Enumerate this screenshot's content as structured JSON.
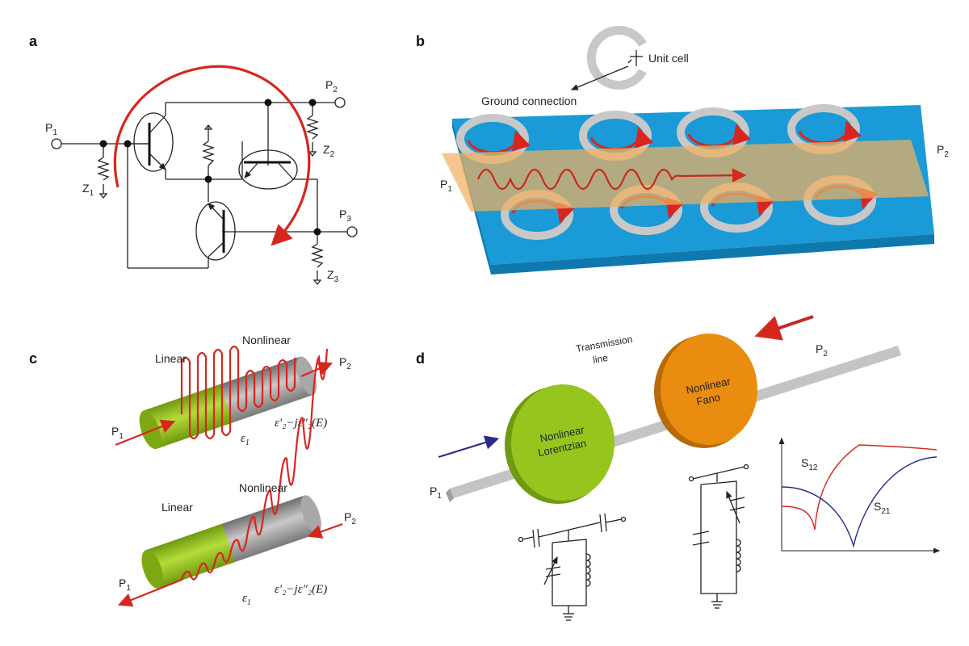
{
  "panels": {
    "a": {
      "letter": "a",
      "ports": {
        "p1": "P",
        "p1_sub": "1",
        "p2": "P",
        "p2_sub": "2",
        "p3": "P",
        "p3_sub": "3"
      },
      "impedances": {
        "z1": "Z",
        "z1_sub": "1",
        "z2": "Z",
        "z2_sub": "2",
        "z3": "Z",
        "z3_sub": "3"
      }
    },
    "b": {
      "letter": "b",
      "unit_cell_label": "Unit cell",
      "ground_label": "Ground connection",
      "ports": {
        "p1": "P",
        "p1_sub": "1",
        "p2": "P",
        "p2_sub": "2"
      }
    },
    "c": {
      "letter": "c",
      "top": {
        "linear": "Linear",
        "nonlinear": "Nonlinear",
        "eps1": "ε",
        "eps1_sub": "1",
        "eps2": "ε′₂−jε″₂(E)",
        "p1": "P",
        "p1_sub": "1",
        "p2": "P",
        "p2_sub": "2"
      },
      "bottom": {
        "linear": "Linear",
        "nonlinear": "Nonlinear",
        "eps1": "ε",
        "eps1_sub": "1",
        "eps2": "ε′₂−jε″₂(E)",
        "p1": "P",
        "p1_sub": "1",
        "p2": "P",
        "p2_sub": "2"
      }
    },
    "d": {
      "letter": "d",
      "transmission_line": [
        "Transmission",
        "line"
      ],
      "lorentzian": [
        "Nonlinear",
        "Lorentzian"
      ],
      "fano": [
        "Nonlinear",
        "Fano"
      ],
      "ports": {
        "p1": "P",
        "p1_sub": "1",
        "p2": "P",
        "p2_sub": "2"
      },
      "plot_labels": {
        "s12": "S",
        "s12_sub": "12",
        "s21": "S",
        "s21_sub": "21"
      }
    }
  },
  "colors": {
    "red": "#d7261e",
    "blue_substrate": "#1a9ad6",
    "orange_strip": "#f0b060",
    "green": "#8fc21a",
    "orange_disc": "#ea8c0f",
    "gray": "#c8c8c8",
    "s21_blue": "#2a2a8a"
  }
}
